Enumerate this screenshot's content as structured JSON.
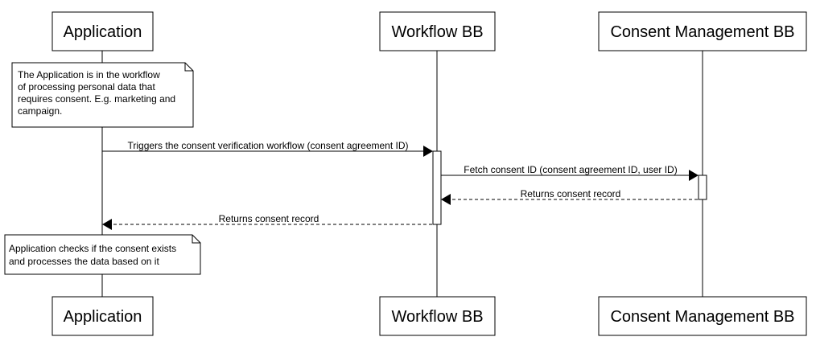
{
  "participants": {
    "application": "Application",
    "workflow": "Workflow BB",
    "consent": "Consent Management BB"
  },
  "messages": [
    {
      "label": "Triggers the consent verification workflow (consent agreement ID)",
      "style": "solid"
    },
    {
      "label": "Fetch consent ID (consent agreement ID, user ID)",
      "style": "solid"
    },
    {
      "label": "Returns consent record",
      "style": "dashed"
    },
    {
      "label": "Returns consent record",
      "style": "dashed"
    }
  ],
  "notes": [
    {
      "lines": [
        "The Application is in the workflow",
        "of processing personal data that",
        "requires consent. E.g. marketing and",
        "campaign."
      ]
    },
    {
      "lines": [
        "Application checks if the consent exists",
        "and processes the data based on it"
      ]
    }
  ]
}
